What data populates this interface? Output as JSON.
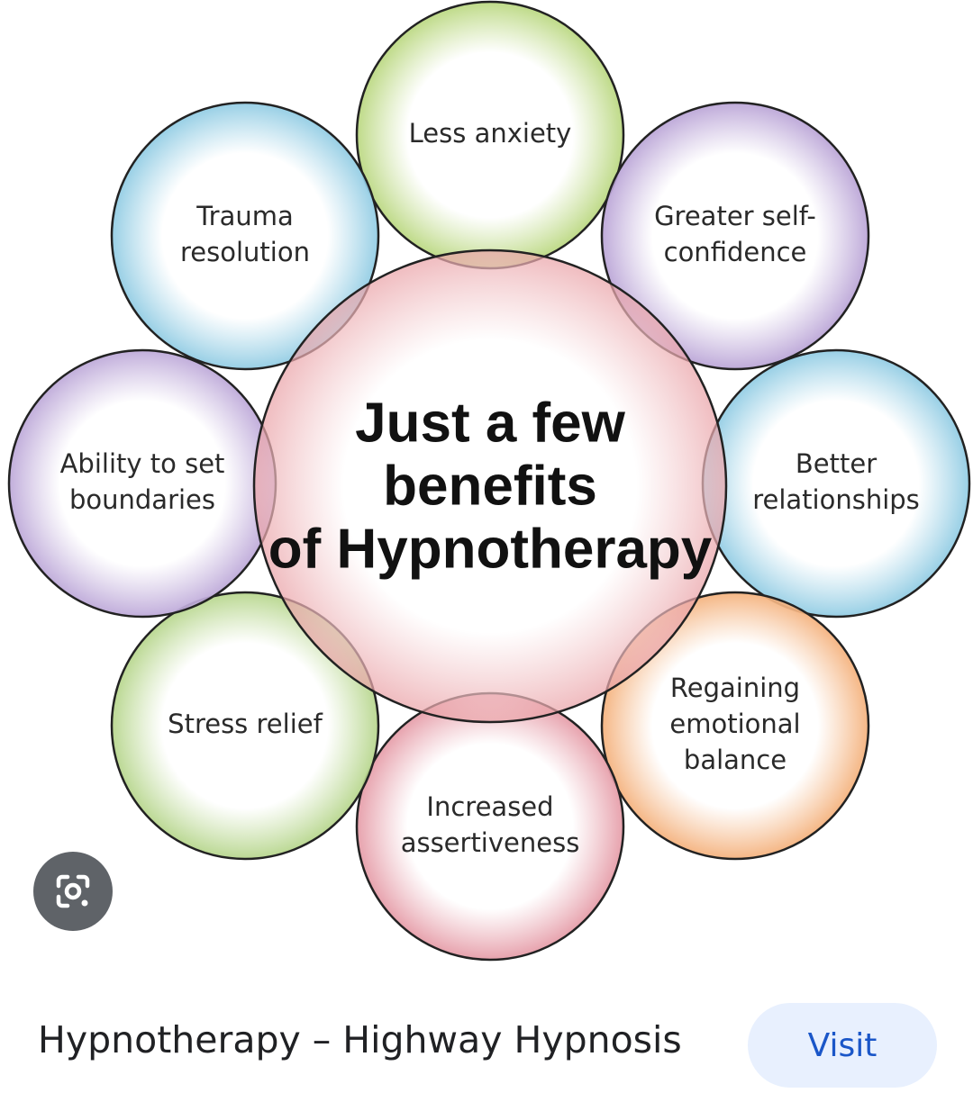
{
  "diagram": {
    "center": {
      "lines": [
        "Just a few",
        "benefits",
        "of Hypnotherapy"
      ]
    },
    "benefits": [
      {
        "id": "less-anxiety",
        "lines": [
          "Less anxiety"
        ],
        "color": "#b9d77e"
      },
      {
        "id": "greater-self-confidence",
        "lines": [
          "Greater self-",
          "confidence"
        ],
        "color": "#b9a3d6"
      },
      {
        "id": "better-relationships",
        "lines": [
          "Better",
          "relationships"
        ],
        "color": "#8fcbe3"
      },
      {
        "id": "regaining-emotional-balance",
        "lines": [
          "Regaining",
          "emotional",
          "balance"
        ],
        "color": "#f4b07a"
      },
      {
        "id": "increased-assertiveness",
        "lines": [
          "Increased",
          "assertiveness"
        ],
        "color": "#e59aa6"
      },
      {
        "id": "stress-relief",
        "lines": [
          "Stress relief"
        ],
        "color": "#b5d58a"
      },
      {
        "id": "ability-to-set-boundaries",
        "lines": [
          "Ability to set",
          "boundaries"
        ],
        "color": "#bca7d8"
      },
      {
        "id": "trauma-resolution",
        "lines": [
          "Trauma",
          "resolution"
        ],
        "color": "#8fcbe3"
      }
    ],
    "center_color": "#eaa3a8"
  },
  "lens": {
    "icon": "google-lens-icon"
  },
  "caption": {
    "title": "Hypnotherapy – Highway Hypnosis"
  },
  "visit": {
    "label": "Visit"
  }
}
